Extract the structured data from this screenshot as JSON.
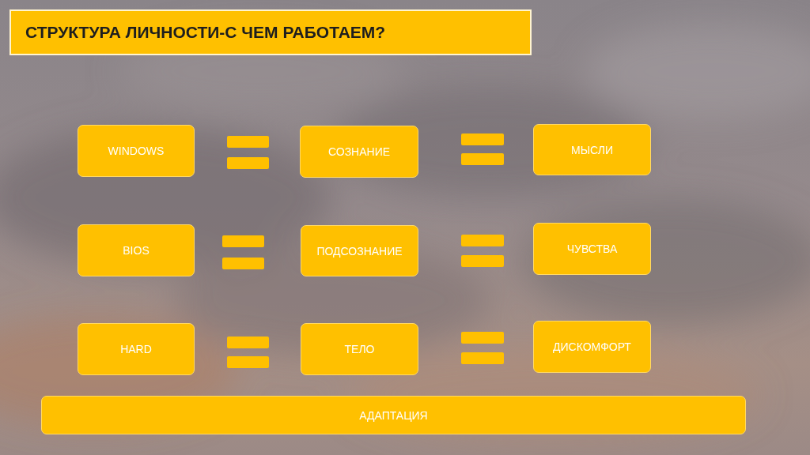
{
  "diagram": {
    "title": "СТРУКТУРА ЛИЧНОСТИ-С ЧЕМ РАБОТАЕМ?",
    "nodes": [
      {
        "text": [
          "WINDOWS"
        ]
      },
      {
        "text": [
          "СОЗНАНИЕ"
        ]
      },
      {
        "text": [
          "МЫСЛИ"
        ]
      },
      {
        "text": [
          "BIOS"
        ]
      },
      {
        "text": [
          "ПОДСОЗНАНИЕ"
        ]
      },
      {
        "text": [
          "ЧУВСТВА"
        ]
      },
      {
        "text": [
          "HARD"
        ]
      },
      {
        "text": [
          "ТЕЛО"
        ]
      },
      {
        "text": [
          "ДИСКОМФОРТ"
        ]
      },
      {
        "text": [
          "АДАПТАЦИЯ"
        ]
      }
    ]
  }
}
